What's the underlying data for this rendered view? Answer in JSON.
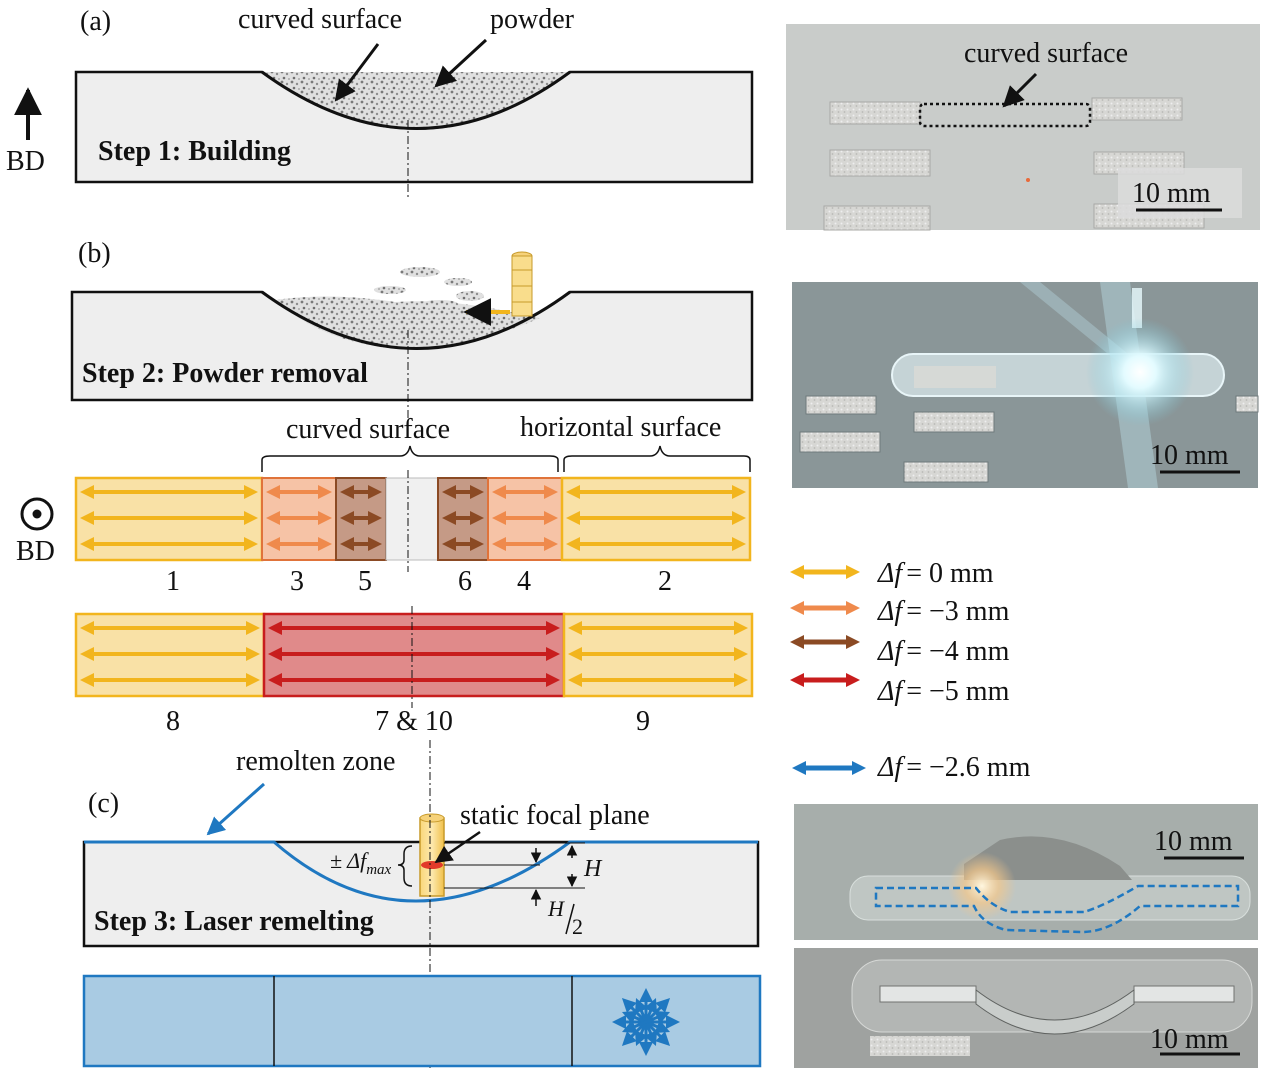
{
  "panels": {
    "a": {
      "label": "(a)",
      "callout_curved": "curved surface",
      "callout_powder": "powder",
      "build_direction": "BD",
      "step": "Step 1: Building"
    },
    "b": {
      "label": "(b)",
      "step": "Step 2: Powder removal",
      "bracket_curved": "curved surface",
      "bracket_horizontal": "horizontal surface",
      "build_direction": "BD",
      "row1_numbers": [
        "1",
        "3",
        "5",
        "6",
        "4",
        "2"
      ],
      "row2_numbers": [
        "8",
        "7 & 10",
        "9"
      ]
    },
    "c": {
      "label": "(c)",
      "callout_remolten": "remolten zone",
      "callout_focal": "static focal plane",
      "dim_pm": "± Δf",
      "dim_max": "max",
      "dim_H": "H",
      "dim_half_num": "H",
      "dim_half_den": "2",
      "step": "Step 3: Laser remelting"
    }
  },
  "legend": {
    "items": [
      {
        "prefix": "Δf",
        "value": "=  0 mm",
        "color": "#f2b51d"
      },
      {
        "prefix": "Δf",
        "value": "= −3 mm",
        "color": "#ef8a4c"
      },
      {
        "prefix": "Δf",
        "value": "= −4 mm",
        "color": "#8b4a24"
      },
      {
        "prefix": "Δf",
        "value": "= −5 mm",
        "color": "#c81d1d"
      }
    ],
    "remelt": {
      "prefix": "Δf",
      "value": "= −2.6 mm",
      "color": "#1f78c1"
    }
  },
  "photos": {
    "photo1": {
      "annotation": "curved surface",
      "scale": "10 mm"
    },
    "photo2": {
      "scale": "10 mm"
    },
    "photo3": {
      "scale": "10 mm"
    },
    "photo4": {
      "scale": "10 mm"
    }
  },
  "colors": {
    "yellow_fill": "#f9e1a6",
    "yellow_border": "#f2b51d",
    "orange_fill": "#f6c3a6",
    "brown_fill": "#c59a86",
    "red_fill": "#e08a8a",
    "remelt_fill": "#a9cbe3",
    "remelt_line": "#1f78c1",
    "part_fill": "#eeeeee"
  }
}
